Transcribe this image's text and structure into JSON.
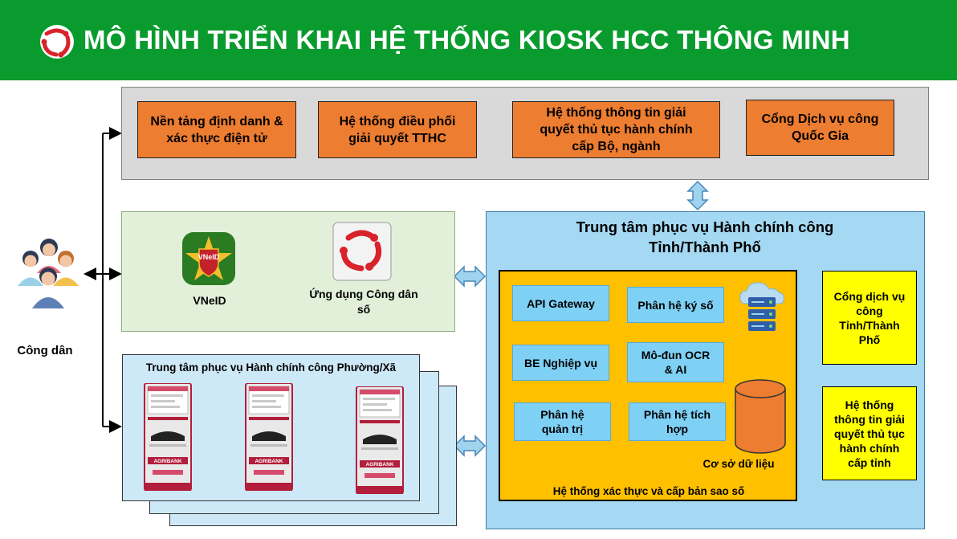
{
  "header": {
    "title": "MÔ HÌNH TRIỂN KHAI HỆ THỐNG KIOSK HCC THÔNG MINH"
  },
  "national_systems": [
    {
      "label": "Nền tảng định danh & xác thực điện tử"
    },
    {
      "label": "Hệ thống điều phối giải quyết TTHC"
    },
    {
      "label": "Hệ thống thông tin giải quyết thủ tục hành chính cấp Bộ, ngành"
    },
    {
      "label": "Cổng Dịch vụ công Quốc Gia"
    }
  ],
  "citizen": {
    "label": "Công dân"
  },
  "apps": {
    "vneid": {
      "label": "VNeID",
      "badge": "VNeID"
    },
    "citizen_app": {
      "label": "Ứng dụng Công dân số"
    }
  },
  "ward_center": {
    "title": "Trung tâm phục vụ Hành chính công Phường/Xã",
    "kiosk_brand": "AGRIBANK"
  },
  "province_center": {
    "title": "Trung tâm phục vụ Hành chính công Tỉnh/Thành Phố",
    "modules": [
      {
        "label": "API Gateway"
      },
      {
        "label": "Phân hệ ký số"
      },
      {
        "label": "BE Nghiệp vụ"
      },
      {
        "label": "Mô-đun OCR & AI"
      },
      {
        "label": "Phân hệ quản trị"
      },
      {
        "label": "Phân hệ tích hợp"
      }
    ],
    "database_label": "Cơ sở dữ liệu",
    "footer": "Hệ thống xác thực và cấp bản sao số"
  },
  "provincial_systems": [
    {
      "label": "Cổng dịch vụ công Tỉnh/Thành Phố"
    },
    {
      "label": "Hệ thống thông tin giải quyết thủ tục hành chính cấp tỉnh"
    }
  ],
  "colors": {
    "header_green": "#0a9b2e",
    "orange": "#ed7d31",
    "module_blue": "#7fd0f5",
    "center_blue": "#a5d8f2",
    "gold": "#ffc000",
    "yellow": "#ffff00",
    "app_green": "#e2f0d9",
    "kiosk_panel": "#cde8f6"
  }
}
